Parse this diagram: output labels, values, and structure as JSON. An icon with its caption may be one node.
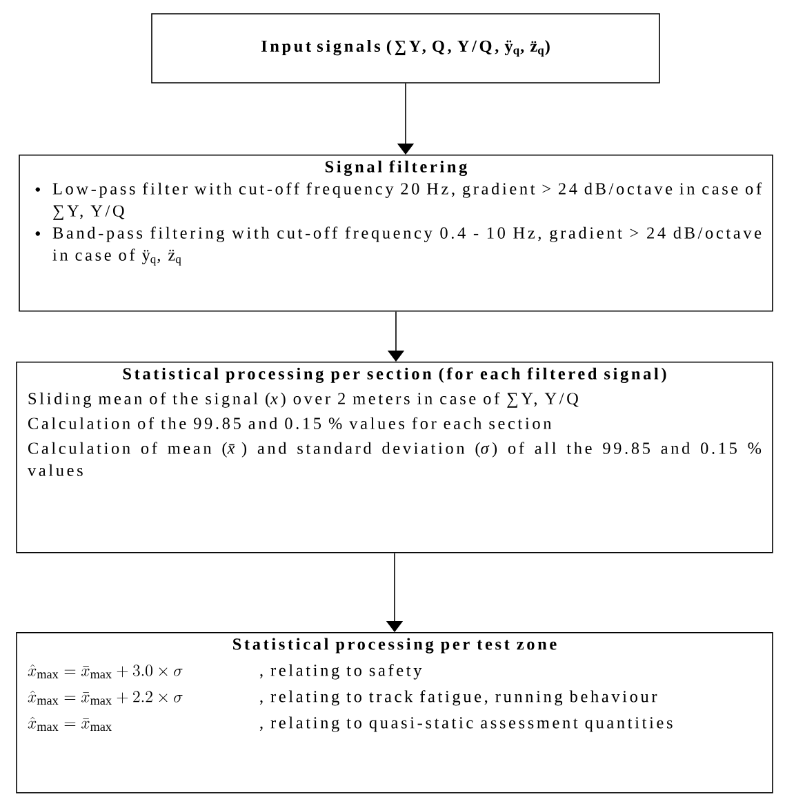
{
  "diagram": {
    "nodes": [
      {
        "text": [
          "Input signals (∑Y, Q, Y/Q, ÿ$_{q}$, z̈$_{q}$)"
        ]
      },
      {
        "text": [
          "Signal filtering",
          "Low-pass filter with cut-off frequency 20 Hz, gradient > 24 dB/octave in case of ∑Y, Y/Q",
          "Band-pass filtering with cut-off frequency 0.4 - 10 Hz, gradient > 24 dB/octave in case of ÿ$_{q}$, z̈$_{q}$"
        ]
      },
      {
        "text": [
          "Statistical processing per section (for each filtered signal)",
          "Sliding mean of the signal (*x*) over 2 meters in case of ∑Y, Y/Q",
          "Calculation of the 99.85 and 0.15 % values for each section",
          "Calculation of mean (*x̄*) and standard deviation (*σ*) of all the 99.85 and 0.15 % values"
        ]
      },
      {
        "text": [
          "Statistical processing per test zone",
          "\\hat{x}_{\\max} = \\bar{x}_{\\max} + 3.0 \\times \\sigma",
          ", relating to safety",
          "\\hat{x}_{\\max} = \\bar{x}_{\\max} + 2.2 \\times \\sigma",
          ", relating to track fatigue, running behaviour",
          "\\hat{x}_{\\max} = \\bar{x}_{\\max}",
          ", relating to quasi-static assessment quantities"
        ]
      }
    ],
    "edges": [
      {
        "from": 0,
        "to": 1,
        "arrow": "to"
      },
      {
        "from": 1,
        "to": 2,
        "arrow": "to"
      },
      {
        "from": 2,
        "to": 3,
        "arrow": "to"
      }
    ]
  }
}
